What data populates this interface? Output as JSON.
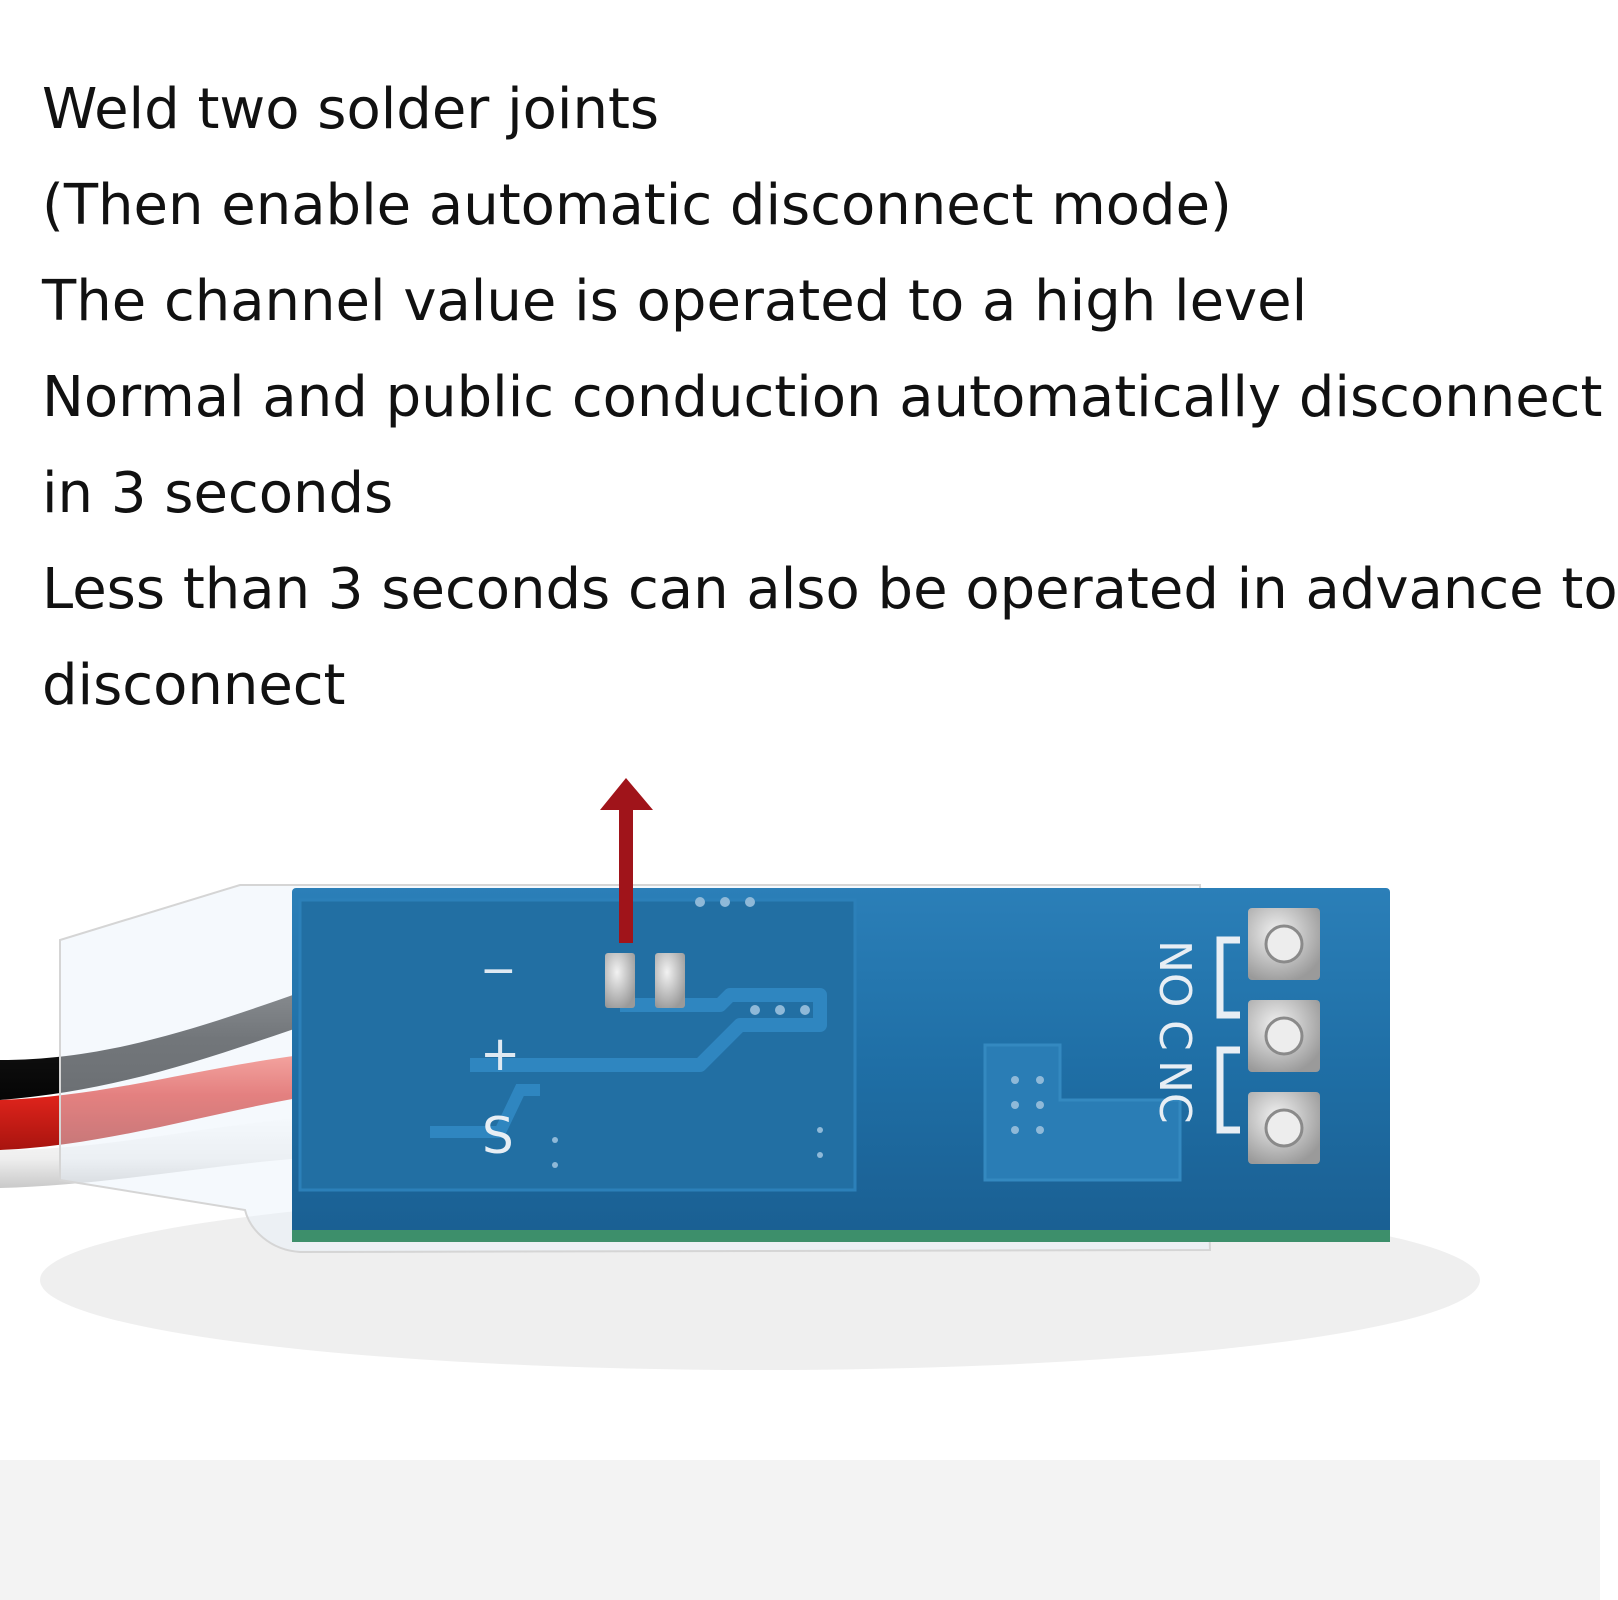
{
  "caption": {
    "lines": [
      "Weld two solder joints",
      "(Then enable automatic disconnect mode)",
      "The channel value is operated to a high level",
      "Normal and public conduction automatically disconnect",
      "in 3 seconds",
      "Less than 3 seconds can also be operated in advance to",
      "disconnect"
    ]
  },
  "board": {
    "pin_minus": "−",
    "pin_plus": "+",
    "pin_signal": "S",
    "terminal_no": "NO",
    "terminal_c": "C",
    "terminal_nc": "NC"
  },
  "colors": {
    "pcb": "#1f6fa6",
    "pcb_dark": "#165a8c",
    "arrow": "#a0141a",
    "wire_black": "#121212",
    "wire_red": "#e0241c",
    "wire_white": "#f4f4f4",
    "pad": "#c8c8c8"
  },
  "icons": [
    "arrow-up-icon"
  ]
}
